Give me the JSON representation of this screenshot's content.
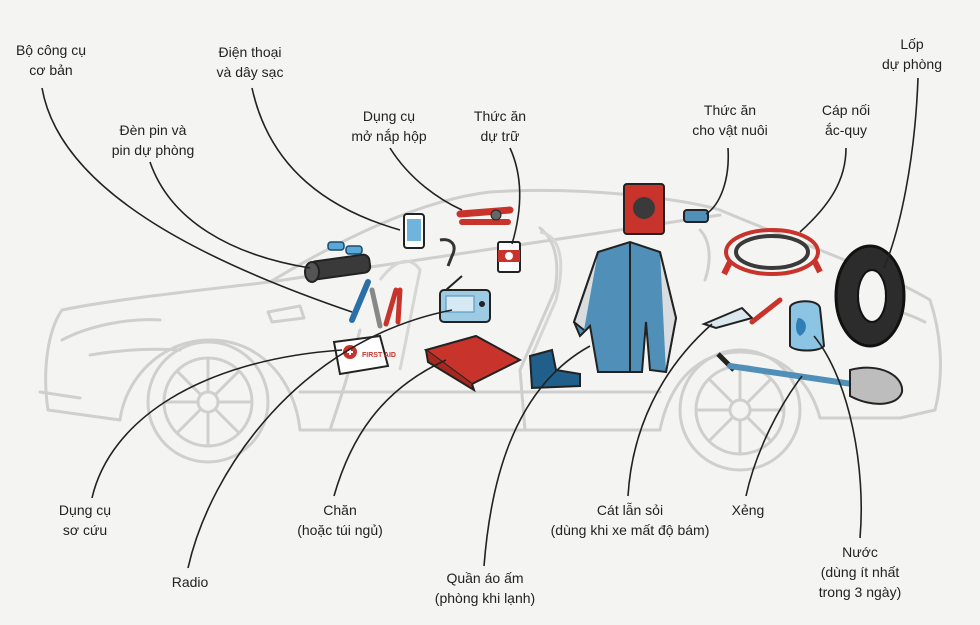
{
  "labels": {
    "basic_tools": [
      "Bộ công cụ",
      "cơ bản"
    ],
    "phone_charger": [
      "Điện thoại",
      "và dây sạc"
    ],
    "can_opener": [
      "Dụng cụ",
      "mở nắp hộp"
    ],
    "food": [
      "Thức ăn",
      "dự trữ"
    ],
    "pet_food": [
      "Thức ăn",
      "cho vật nuôi"
    ],
    "jumper_cables": [
      "Cáp nối",
      "ắc-quy"
    ],
    "spare_tire": [
      "Lốp",
      "dự phòng"
    ],
    "flashlight": [
      "Đèn pin và",
      "pin dự phòng"
    ],
    "first_aid": [
      "Dụng cụ",
      "sơ cứu"
    ],
    "radio": [
      "Radio"
    ],
    "blanket": [
      "Chăn",
      "(hoặc túi ngủ)"
    ],
    "warm_clothes": [
      "Quần áo ấm",
      "(phòng khi lạnh)"
    ],
    "sand": [
      "Cát lẫn sỏi",
      "(dùng khi xe mất độ bám)"
    ],
    "shovel": [
      "Xẻng"
    ],
    "water": [
      "Nước",
      "(dùng ít nhất",
      "trong 3 ngày)"
    ]
  },
  "first_aid_box_text": "FIRST AID",
  "colors": {
    "car_outline": "#d2d2d0",
    "red": "#c8342c",
    "blue": "#4f8fb8",
    "dark": "#2a2a2a",
    "label": "#222222"
  }
}
